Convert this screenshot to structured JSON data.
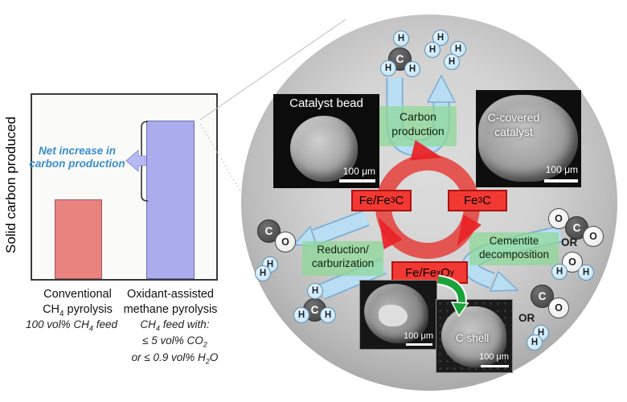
{
  "chart": {
    "y_axis_label": "Solid carbon produced",
    "annotation": {
      "line1": "Net increase in",
      "line2": "carbon production"
    },
    "categories": [
      {
        "line1": "Conventional",
        "formula_pre": "CH",
        "formula_sub": "4",
        "formula_post": " pyrolysis"
      },
      {
        "line1": "Oxidant-assisted",
        "line2": "methane pyrolysis"
      }
    ],
    "feed_notes": {
      "conventional": {
        "pre": "100 vol% CH",
        "sub": "4",
        "post": " feed"
      },
      "oxidant": {
        "l1_pre": "CH",
        "l1_sub": "4",
        "l1_post": " feed with:",
        "l2_pre": "≤ 5 vol% CO",
        "l2_sub": "2",
        "l3_pre": "or ≤ 0.9 vol% H",
        "l3_sub": "2",
        "l3_post": "O"
      }
    },
    "chart_data": {
      "type": "bar",
      "categories": [
        "Conventional CH4 pyrolysis",
        "Oxidant-assisted methane pyrolysis"
      ],
      "values": [
        0.45,
        0.9
      ],
      "value_units": "relative (axis has no tick labels)",
      "title": "",
      "xlabel": "",
      "ylabel": "Solid carbon produced",
      "ylim": [
        0,
        1
      ],
      "grid": false,
      "bar_colors": [
        "#e8837f",
        "#abacee"
      ],
      "annotations": [
        "Net increase in carbon production"
      ],
      "category_subnotes": [
        "100 vol% CH4 feed",
        "CH4 feed with: ≤ 5 vol% CO2 or ≤ 0.9 vol% H2O"
      ]
    }
  },
  "cycle": {
    "processes": {
      "carbon_production": {
        "line1": "Carbon",
        "line2": "production"
      },
      "reduction": {
        "line1": "Reduction/",
        "line2": "carburization"
      },
      "cementite": {
        "line1": "Cementite",
        "line2": "decomposition"
      }
    },
    "species": {
      "fe_fe3c": {
        "pre": "Fe/Fe",
        "sub": "3",
        "post": "C"
      },
      "fe3c": {
        "pre": "Fe",
        "sub": "3",
        "post": "C"
      },
      "fe_fexoy": {
        "pre": "Fe/Fe",
        "sub1": "x",
        "mid": "O",
        "sub2": "y"
      }
    },
    "images": {
      "bead_label": "Catalyst bead",
      "covered_label": "C-covered catalyst",
      "shell_label": "C shell",
      "scale_label": "100 μm"
    }
  },
  "molecules": {
    "atoms": {
      "c": "C",
      "o": "O",
      "h": "H"
    },
    "or_label": "OR"
  },
  "colors": {
    "bar_red": "#e8837f",
    "bar_blue": "#abacee",
    "annotation_blue": "#3a8ecb",
    "arrow_blue_fill": "#b9ddf3",
    "arrow_blue_border": "#79aed3",
    "process_green": "#8eda98",
    "ring_red": "#e53e3a",
    "species_box_red": "#f23833",
    "green_arrow": "#19a33a"
  }
}
